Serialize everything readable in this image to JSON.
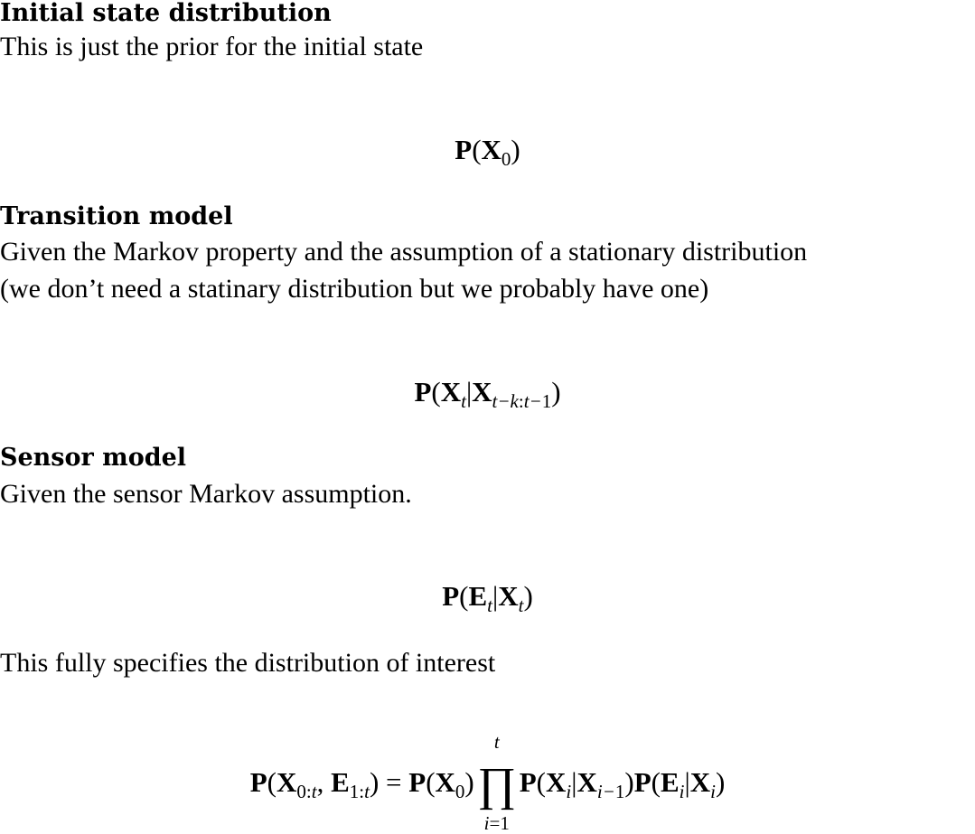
{
  "sections": [
    {
      "heading": "Initial state distribution",
      "lines": [
        "This is just the prior for the initial state"
      ]
    },
    {
      "heading": "Transition model",
      "lines": [
        "Given the Markov property and the assumption of a stationary distribution",
        "(we don’t need a statinary distribution but we probably have one)"
      ]
    },
    {
      "heading": "Sensor model",
      "lines": [
        "Given the sensor Markov assumption."
      ]
    }
  ],
  "closing_text": "This fully specifies the distribution of interest",
  "equations": {
    "prior": "P(X_0)",
    "transition": "P(X_t|X_{t-k:t-1})",
    "sensor": "P(E_t|X_t)",
    "joint": "P(X_{0:t},E_{1:t}) = P(X_0) ∏_{i=1}^{t} P(X_i|X_{i-1})P(E_i|X_i)"
  }
}
